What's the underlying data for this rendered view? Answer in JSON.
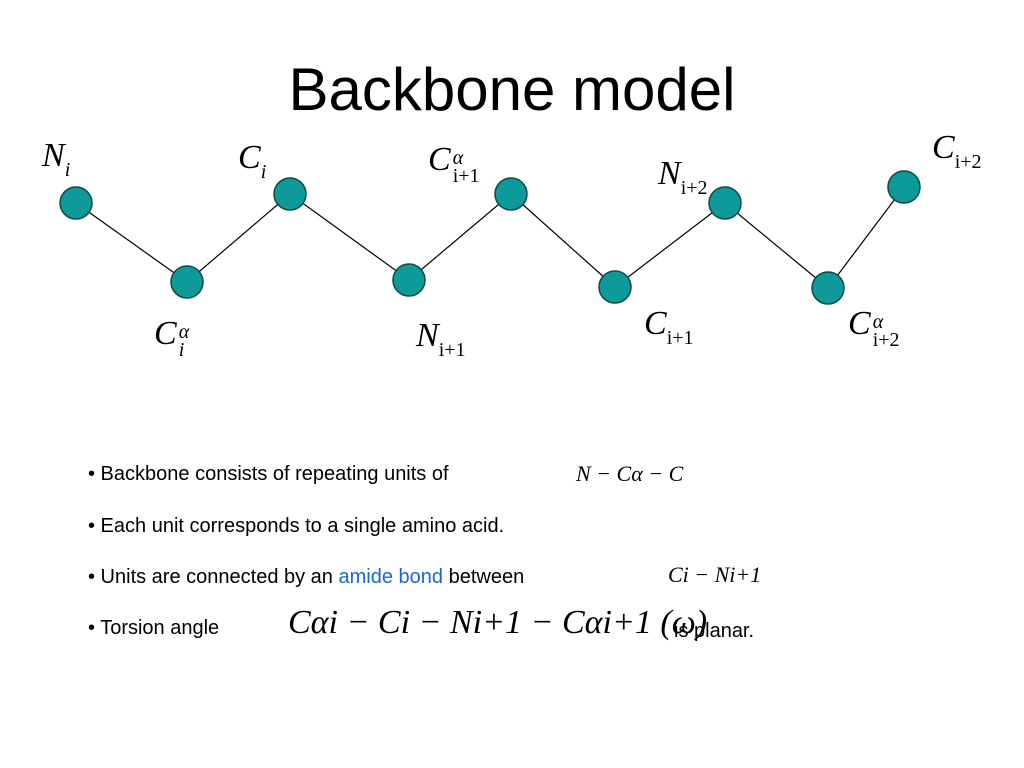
{
  "title": "Backbone model",
  "colors": {
    "node_fill": "#0e9a98",
    "node_stroke": "#0a4b4a",
    "bond": "#000000",
    "link": "#1a66d4"
  },
  "atoms": {
    "n_i": {
      "base": "N",
      "sub": "i"
    },
    "c_i": {
      "base": "C",
      "sub": "i"
    },
    "ca_i1": {
      "base": "C",
      "sup": "α",
      "sub": "i+1"
    },
    "n_i2": {
      "base": "N",
      "sub": "i+2"
    },
    "c_i2": {
      "base": "C",
      "sub": "i+2"
    },
    "ca_i": {
      "base": "C",
      "sup": "α",
      "sub": "i"
    },
    "n_i1": {
      "base": "N",
      "sub": "i+1"
    },
    "c_i1": {
      "base": "C",
      "sub": "i+1"
    },
    "ca_i2": {
      "base": "C",
      "sup": "α",
      "sub": "i+2"
    }
  },
  "bullets": {
    "b1": {
      "text": "• Backbone consists of repeating units of",
      "math": "N − Cα − C"
    },
    "b2": {
      "text": "• Each unit corresponds to a single amino acid."
    },
    "b3": {
      "pre": "• Units are connected by an ",
      "link": "amide bond",
      "post": " between",
      "math": "Ci − Ni+1"
    },
    "b4": {
      "text": "• Torsion angle",
      "math": "Cαi − Ci − Ni+1 − Cαi+1 (ω)",
      "post": "is planar."
    }
  },
  "math_parts": {
    "minus": "−",
    "N": "N",
    "C": "C",
    "alpha": "α",
    "i": "i",
    "i1": "i+1",
    "omega_open": "(",
    "omega": "ω",
    "omega_close": ")"
  }
}
